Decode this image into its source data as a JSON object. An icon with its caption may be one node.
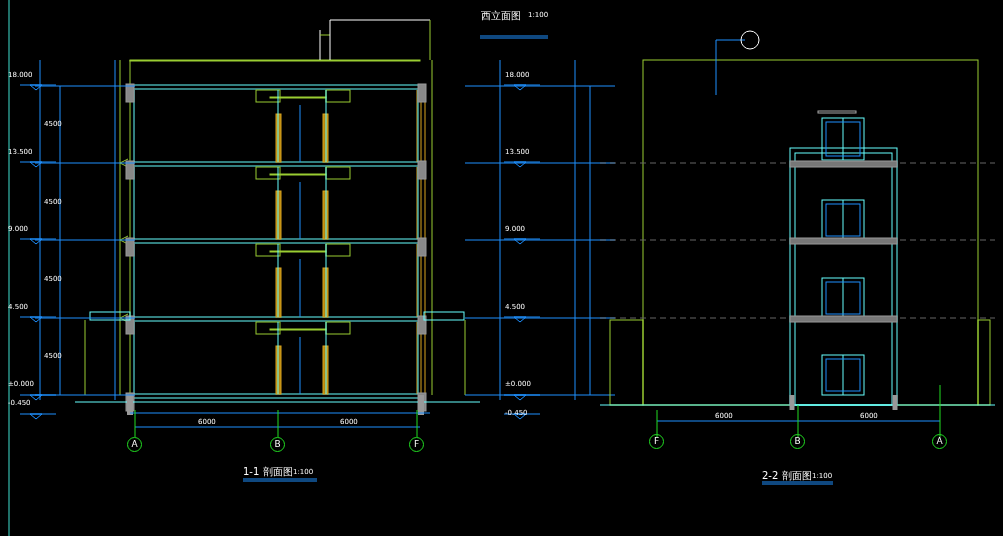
{
  "diagram": {
    "nodes": [
      {
        "text": [
          "A"
        ]
      },
      {
        "text": [
          "B"
        ]
      },
      {
        "text": [
          "F"
        ]
      },
      {
        "text": [
          "F"
        ]
      },
      {
        "text": [
          "B"
        ]
      },
      {
        "text": [
          "A"
        ]
      }
    ],
    "labels": [
      "西立面图",
      "1:100",
      "18.000",
      "13.500",
      "9.000",
      "4.500",
      "±0.000",
      "-0.450",
      "4500",
      "4500",
      "4500",
      "4500",
      "18.000",
      "13.500",
      "9.000",
      "4.500",
      "±0.000",
      "-0.450",
      "6000",
      "6000",
      "6000",
      "6000",
      "1-1 剖面图",
      "1:100",
      "2-2 剖面图",
      "1:100"
    ]
  }
}
